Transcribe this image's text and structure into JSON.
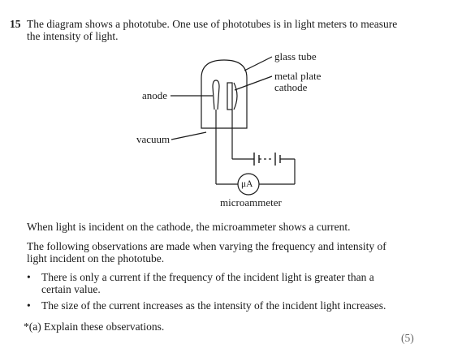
{
  "question": {
    "number": "15",
    "intro": "The diagram shows a phototube.  One use of phototubes is in light meters to measure the intensity of light."
  },
  "diagram": {
    "labels": {
      "glass_tube": "glass tube",
      "metal_plate": "metal plate",
      "cathode": "cathode",
      "anode": "anode",
      "vacuum": "vacuum",
      "meter_symbol": "μA",
      "microammeter": "microammeter"
    }
  },
  "body": {
    "p1": "When light is incident on the cathode, the microammeter shows a current.",
    "p2": "The following observations are made when varying the frequency and intensity of light incident on the phototube.",
    "bullets": [
      "There is only a current if the frequency of the incident light is greater than a certain value.",
      "The size of the current increases as the intensity of the incident light increases."
    ]
  },
  "part_a": {
    "label": "*(a)  Explain these observations.",
    "marks": "(5)"
  }
}
